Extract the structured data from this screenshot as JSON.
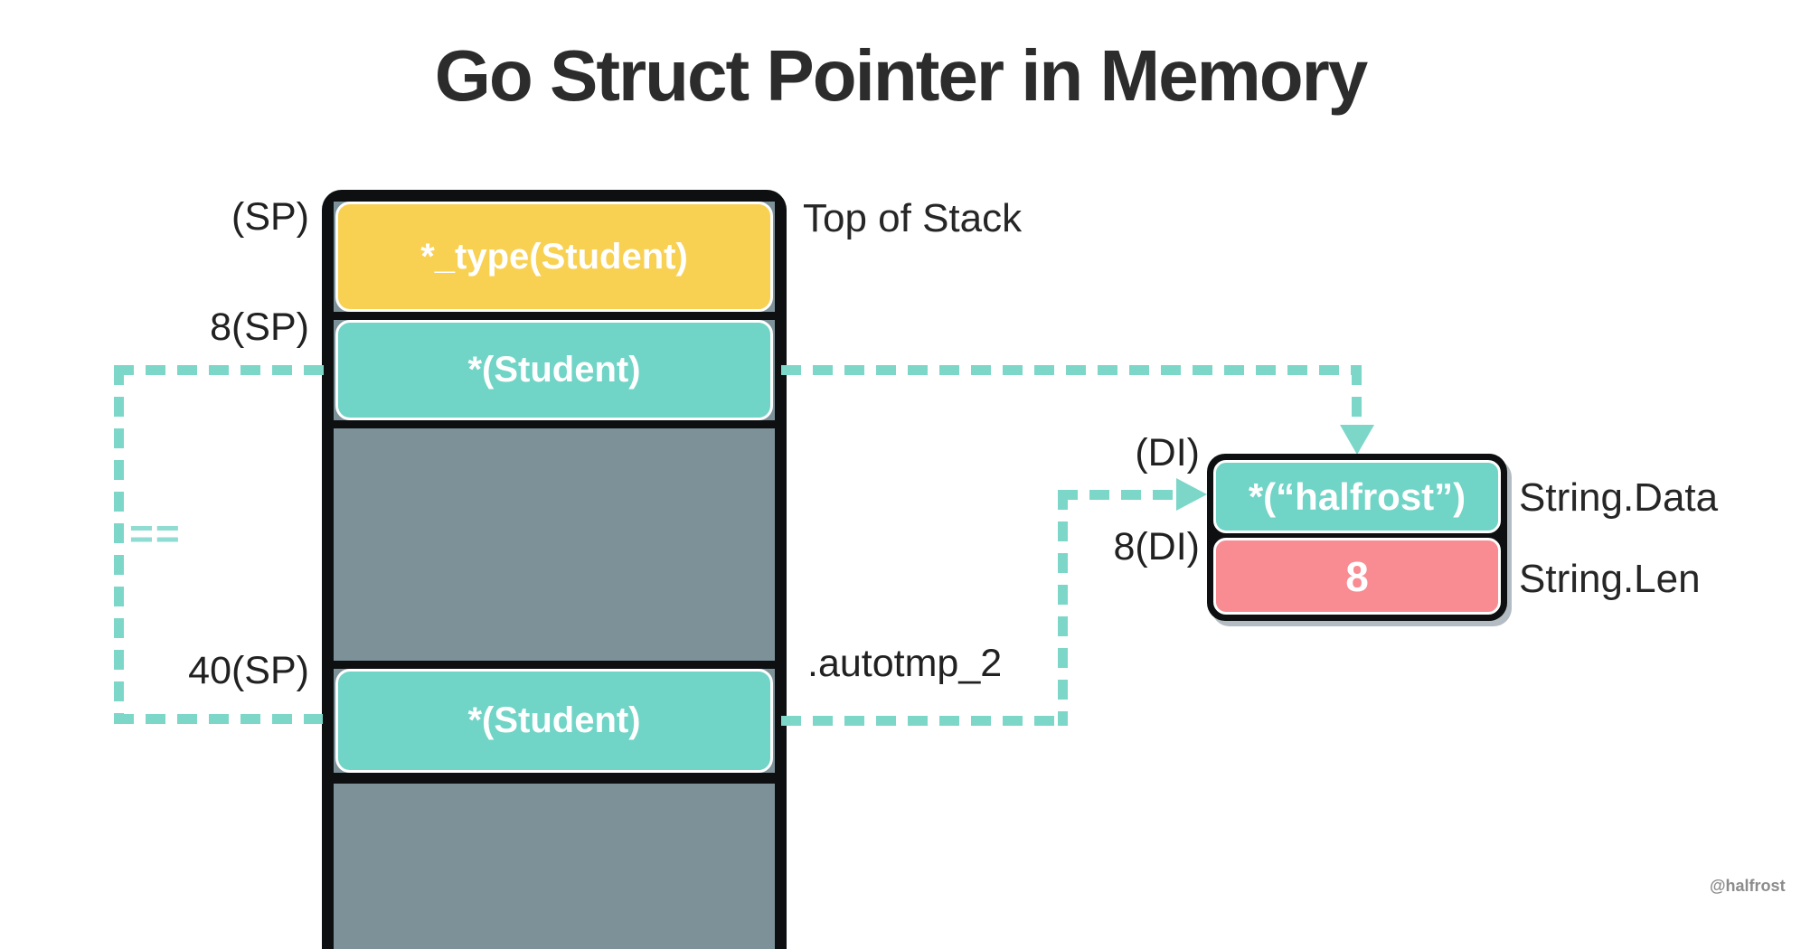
{
  "title": "Go Struct Pointer in Memory",
  "watermark": "@halfrost",
  "equality": "==",
  "stack": {
    "top_of_stack_label": "Top of Stack",
    "autotmp_label": ".autotmp_2",
    "slots": [
      {
        "offset": "(SP)",
        "value": "*_type(Student)",
        "kind": "type-pointer"
      },
      {
        "offset": "8(SP)",
        "value": "*(Student)",
        "kind": "struct-pointer"
      },
      {
        "offset": "",
        "value": "",
        "kind": "empty"
      },
      {
        "offset": "40(SP)",
        "value": "*(Student)",
        "kind": "struct-pointer"
      },
      {
        "offset": "",
        "value": "",
        "kind": "empty"
      }
    ]
  },
  "string_struct": {
    "cells": [
      {
        "offset": "(DI)",
        "value": "*(“halfrost”)",
        "field": "String.Data",
        "kind": "data-pointer"
      },
      {
        "offset": "8(DI)",
        "value": "8",
        "field": "String.Len",
        "kind": "length"
      }
    ]
  },
  "colors": {
    "type_pointer_fill": "#f8d153",
    "pointer_fill": "#70d4c6",
    "length_fill": "#f98b92",
    "empty_slot_fill": "#7d9199",
    "frame": "#0d0f10",
    "pointer_line": "#7cd7c9",
    "title_text": "#2c2c2c",
    "cell_text": "#ffffff"
  }
}
